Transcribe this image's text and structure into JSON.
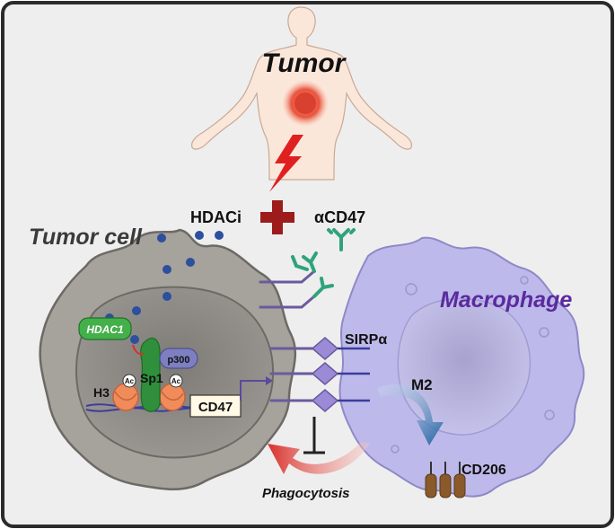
{
  "labels": {
    "tumor": "Tumor",
    "hdaci": "HDACi",
    "acd47": "αCD47",
    "tumor_cell": "Tumor cell",
    "macrophage": "Macrophage",
    "hdac1": "HDAC1",
    "p300": "p300",
    "sp1": "Sp1",
    "h3": "H3",
    "ac": "Ac",
    "cd47": "CD47",
    "sirpa": "SIRPα",
    "m2": "M2",
    "cd206": "CD206",
    "phagocytosis": "Phagocytosis"
  },
  "colors": {
    "frame_border": "#2b2b2b",
    "background": "#eeeeee",
    "lightning": "#e02020",
    "plus": "#9e1b1b",
    "tumor_cell_body": "#a6a29c",
    "nucleus": "#8a8783",
    "macrophage_body": "#bdb9ea",
    "macrophage_label": "#5a2a9e",
    "hdac1": "#43b04a",
    "sp1": "#2f8f3a",
    "p300": "#7e7fc0",
    "antibody": "#2fa37a",
    "receptor": "#6b5a9e",
    "sirpa_diamond": "#9b8ad6",
    "phagocytosis_arrow": "#d9302b",
    "m2_arrow": "#1f5f9e",
    "cd206": "#8a5a2a",
    "hdaci_dot": "#2c4f9e"
  }
}
